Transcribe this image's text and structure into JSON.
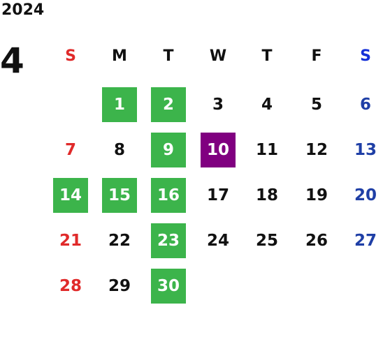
{
  "year": "2024",
  "month": "4",
  "colors": {
    "sunday": "#e02a2a",
    "saturday": "#1f3fa6",
    "weekday": "#111111",
    "holiday_bg": "#3cb44b",
    "today_bg": "#800080",
    "highlight_text": "#ffffff",
    "saturday_header": "#1430d8"
  },
  "weekdays": [
    "S",
    "M",
    "T",
    "W",
    "T",
    "F",
    "S"
  ],
  "weeks": [
    [
      null,
      {
        "d": "1",
        "mark": "green"
      },
      {
        "d": "2",
        "mark": "green"
      },
      {
        "d": "3"
      },
      {
        "d": "4"
      },
      {
        "d": "5"
      },
      {
        "d": "6"
      }
    ],
    [
      {
        "d": "7"
      },
      {
        "d": "8"
      },
      {
        "d": "9",
        "mark": "green"
      },
      {
        "d": "10",
        "mark": "purple"
      },
      {
        "d": "11"
      },
      {
        "d": "12"
      },
      {
        "d": "13"
      }
    ],
    [
      {
        "d": "14",
        "mark": "green"
      },
      {
        "d": "15",
        "mark": "green"
      },
      {
        "d": "16",
        "mark": "green"
      },
      {
        "d": "17"
      },
      {
        "d": "18"
      },
      {
        "d": "19"
      },
      {
        "d": "20"
      }
    ],
    [
      {
        "d": "21"
      },
      {
        "d": "22"
      },
      {
        "d": "23",
        "mark": "green"
      },
      {
        "d": "24"
      },
      {
        "d": "25"
      },
      {
        "d": "26"
      },
      {
        "d": "27"
      }
    ],
    [
      {
        "d": "28"
      },
      {
        "d": "29"
      },
      {
        "d": "30",
        "mark": "green"
      },
      null,
      null,
      null,
      null
    ]
  ]
}
